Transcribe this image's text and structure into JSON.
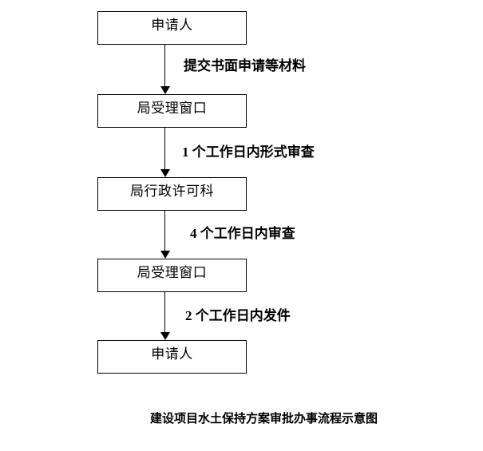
{
  "page": {
    "background_color": "#ffffff",
    "line_color": "#000000"
  },
  "flowchart": {
    "nodes": [
      {
        "label": "申请人"
      },
      {
        "label": "局受理窗口"
      },
      {
        "label": "局行政许可科"
      },
      {
        "label": "局受理窗口"
      },
      {
        "label": "申请人"
      }
    ],
    "edges": [
      {
        "from": "申请人",
        "to": "局受理窗口",
        "label": "提交书面申请等材料"
      },
      {
        "from": "局受理窗口",
        "to": "局行政许可科",
        "label": "1 个工作日内形式审查"
      },
      {
        "from": "局行政许可科",
        "to": "局受理窗口",
        "label": "4 个工作日内审查"
      },
      {
        "from": "局受理窗口",
        "to": "申请人",
        "label": "2 个工作日内发件"
      }
    ],
    "caption": "建设项目水土保持方案审批办事流程示意图"
  }
}
